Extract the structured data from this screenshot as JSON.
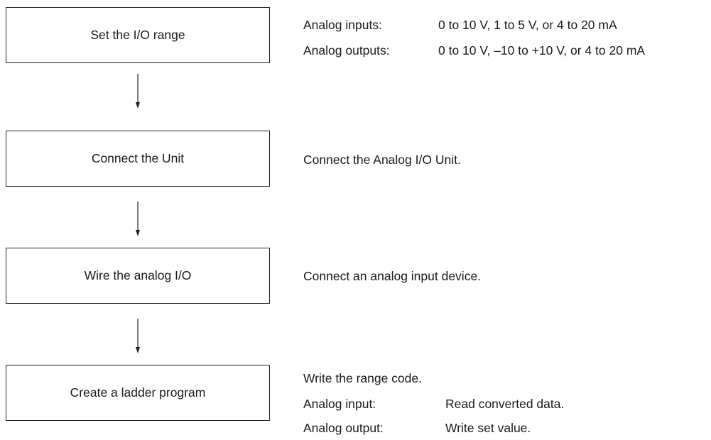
{
  "steps": [
    {
      "label": "Set the I/O range",
      "desc": [
        {
          "label": "Analog inputs:",
          "value": "0 to 10 V, 1 to 5 V, or 4 to 20 mA"
        },
        {
          "label": "Analog outputs:",
          "value": "0 to 10 V, –10 to +10 V, or 4 to 20 mA"
        }
      ]
    },
    {
      "label": "Connect the Unit",
      "desc": [
        {
          "text": "Connect the Analog I/O Unit."
        }
      ]
    },
    {
      "label": "Wire the analog I/O",
      "desc": [
        {
          "text": "Connect an analog input device."
        }
      ]
    },
    {
      "label": "Create a ladder program",
      "desc": [
        {
          "text": "Write the range code."
        },
        {
          "label": "Analog input:",
          "value": "Read converted data."
        },
        {
          "label": "Analog output:",
          "value": "Write set value."
        }
      ]
    }
  ]
}
